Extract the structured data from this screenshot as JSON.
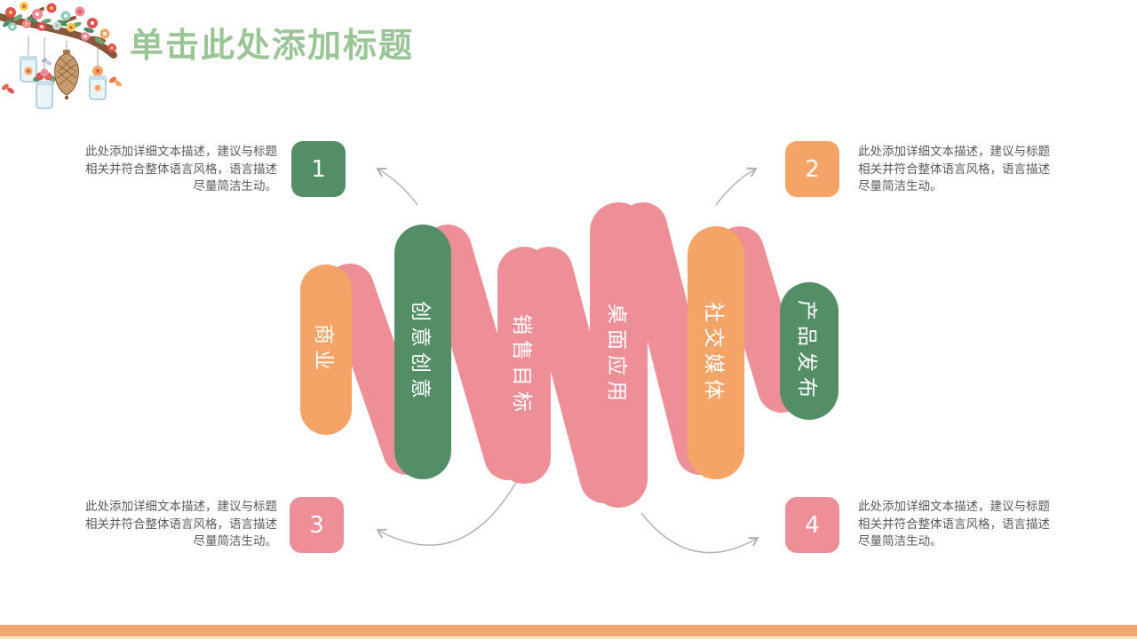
{
  "slide": {
    "title": "单击此处添加标题"
  },
  "pills": [
    {
      "label": "商业",
      "color": "#F4A467"
    },
    {
      "label": "创意创意",
      "color": "#538E66"
    },
    {
      "label": "销售目标",
      "color": "#EE8F98"
    },
    {
      "label": "桌面应用",
      "color": "#EE8F98"
    },
    {
      "label": "社交媒体",
      "color": "#F4A467"
    },
    {
      "label": "产品发布",
      "color": "#538E66"
    }
  ],
  "callouts": [
    {
      "number": "1",
      "color": "#538E66",
      "align": "right",
      "text": "此处添加详细文本描述，建议与标题相关并符合整体语言风格，语言描述尽量简洁生动。"
    },
    {
      "number": "2",
      "color": "#F4A467",
      "align": "left",
      "text": "此处添加详细文本描述，建议与标题相关并符合整体语言风格，语言描述尽量简洁生动。"
    },
    {
      "number": "3",
      "color": "#EE8F98",
      "align": "right",
      "text": "此处添加详细文本描述，建议与标题相关并符合整体语言风格，语言描述尽量简洁生动。"
    },
    {
      "number": "4",
      "color": "#EE8F98",
      "align": "left",
      "text": "此处添加详细文本描述，建议与标题相关并符合整体语言风格，语言描述尽量简洁生动。"
    }
  ],
  "decoration": {
    "name": "floral-branch-with-hanging-jars-and-lantern",
    "elements": [
      "branch",
      "flowers",
      "leaves",
      "hanging-jars",
      "wicker-lantern",
      "butterflies"
    ]
  },
  "colors": {
    "title_green": "#9BC497",
    "pill_green": "#538E66",
    "pill_orange": "#F4A467",
    "pill_pink": "#EE8F98",
    "connector_pink": "#EE8F98",
    "text_gray": "#5A5A5A",
    "arrow_gray": "#B3B3B3",
    "footer_orange": "#F2A76E",
    "footer_pale": "#F9E2C8",
    "background": "#FFFFFF"
  }
}
